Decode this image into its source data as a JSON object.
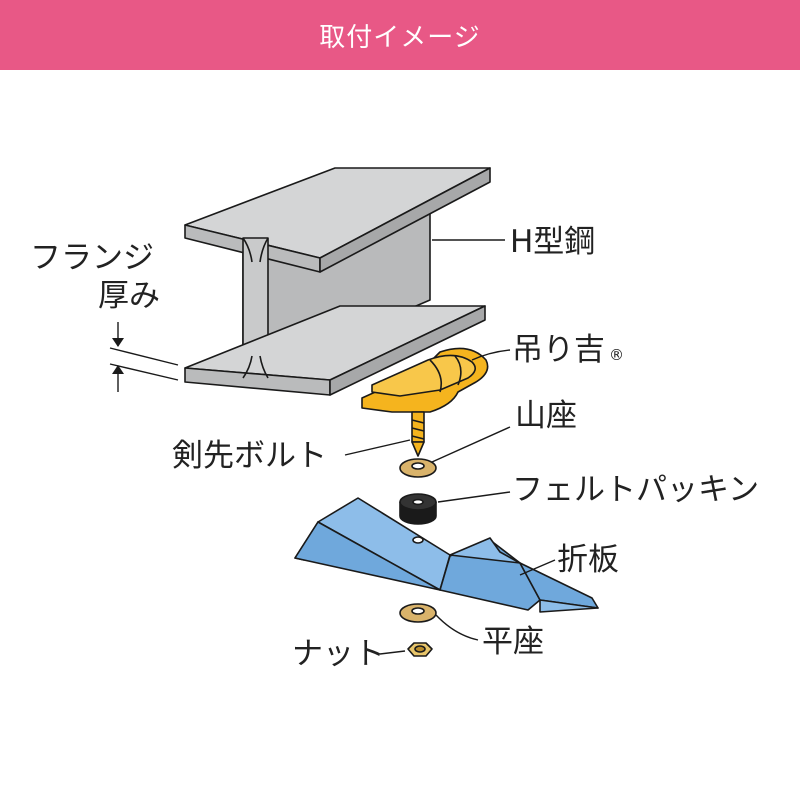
{
  "header": {
    "title": "取付イメージ"
  },
  "labels": {
    "flange_line1": "フランジ",
    "flange_line2": "厚み",
    "h_steel": "H型鋼",
    "tsurikichi": "吊り吉",
    "registered_mark": "®",
    "yamaza": "山座",
    "bolt": "剣先ボルト",
    "felt": "フェルトパッキン",
    "plate": "折板",
    "hiraza": "平座",
    "nut": "ナット"
  },
  "colors": {
    "header_bg": "#e85886",
    "steel": "#c9cacb",
    "clamp": "#f5b41e",
    "plate": "#6fa8dc",
    "felt": "#1a1a1a",
    "washer": "#d9b36b"
  }
}
